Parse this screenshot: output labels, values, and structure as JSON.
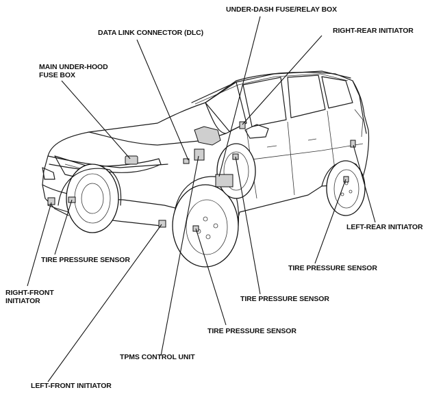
{
  "labels": {
    "under_dash_fuse_box": "UNDER-DASH FUSE/RELAY BOX",
    "data_link_connector": "DATA LINK CONNECTOR (DLC)",
    "right_rear_initiator": "RIGHT-REAR INITIATOR",
    "main_under_hood_fuse_box": "MAIN UNDER-HOOD\nFUSE BOX",
    "left_rear_initiator": "LEFT-REAR INITIATOR",
    "tire_pressure_sensor_front_right": "TIRE PRESSURE SENSOR",
    "tire_pressure_sensor_rear_left": "TIRE PRESSURE SENSOR",
    "right_front_initiator": "RIGHT-FRONT\nINITIATOR",
    "tire_pressure_sensor_rear_right": "TIRE PRESSURE SENSOR",
    "tire_pressure_sensor_front_left": "TIRE PRESSURE SENSOR",
    "tpms_control_unit": "TPMS CONTROL UNIT",
    "left_front_initiator": "LEFT-FRONT INITIATOR"
  }
}
